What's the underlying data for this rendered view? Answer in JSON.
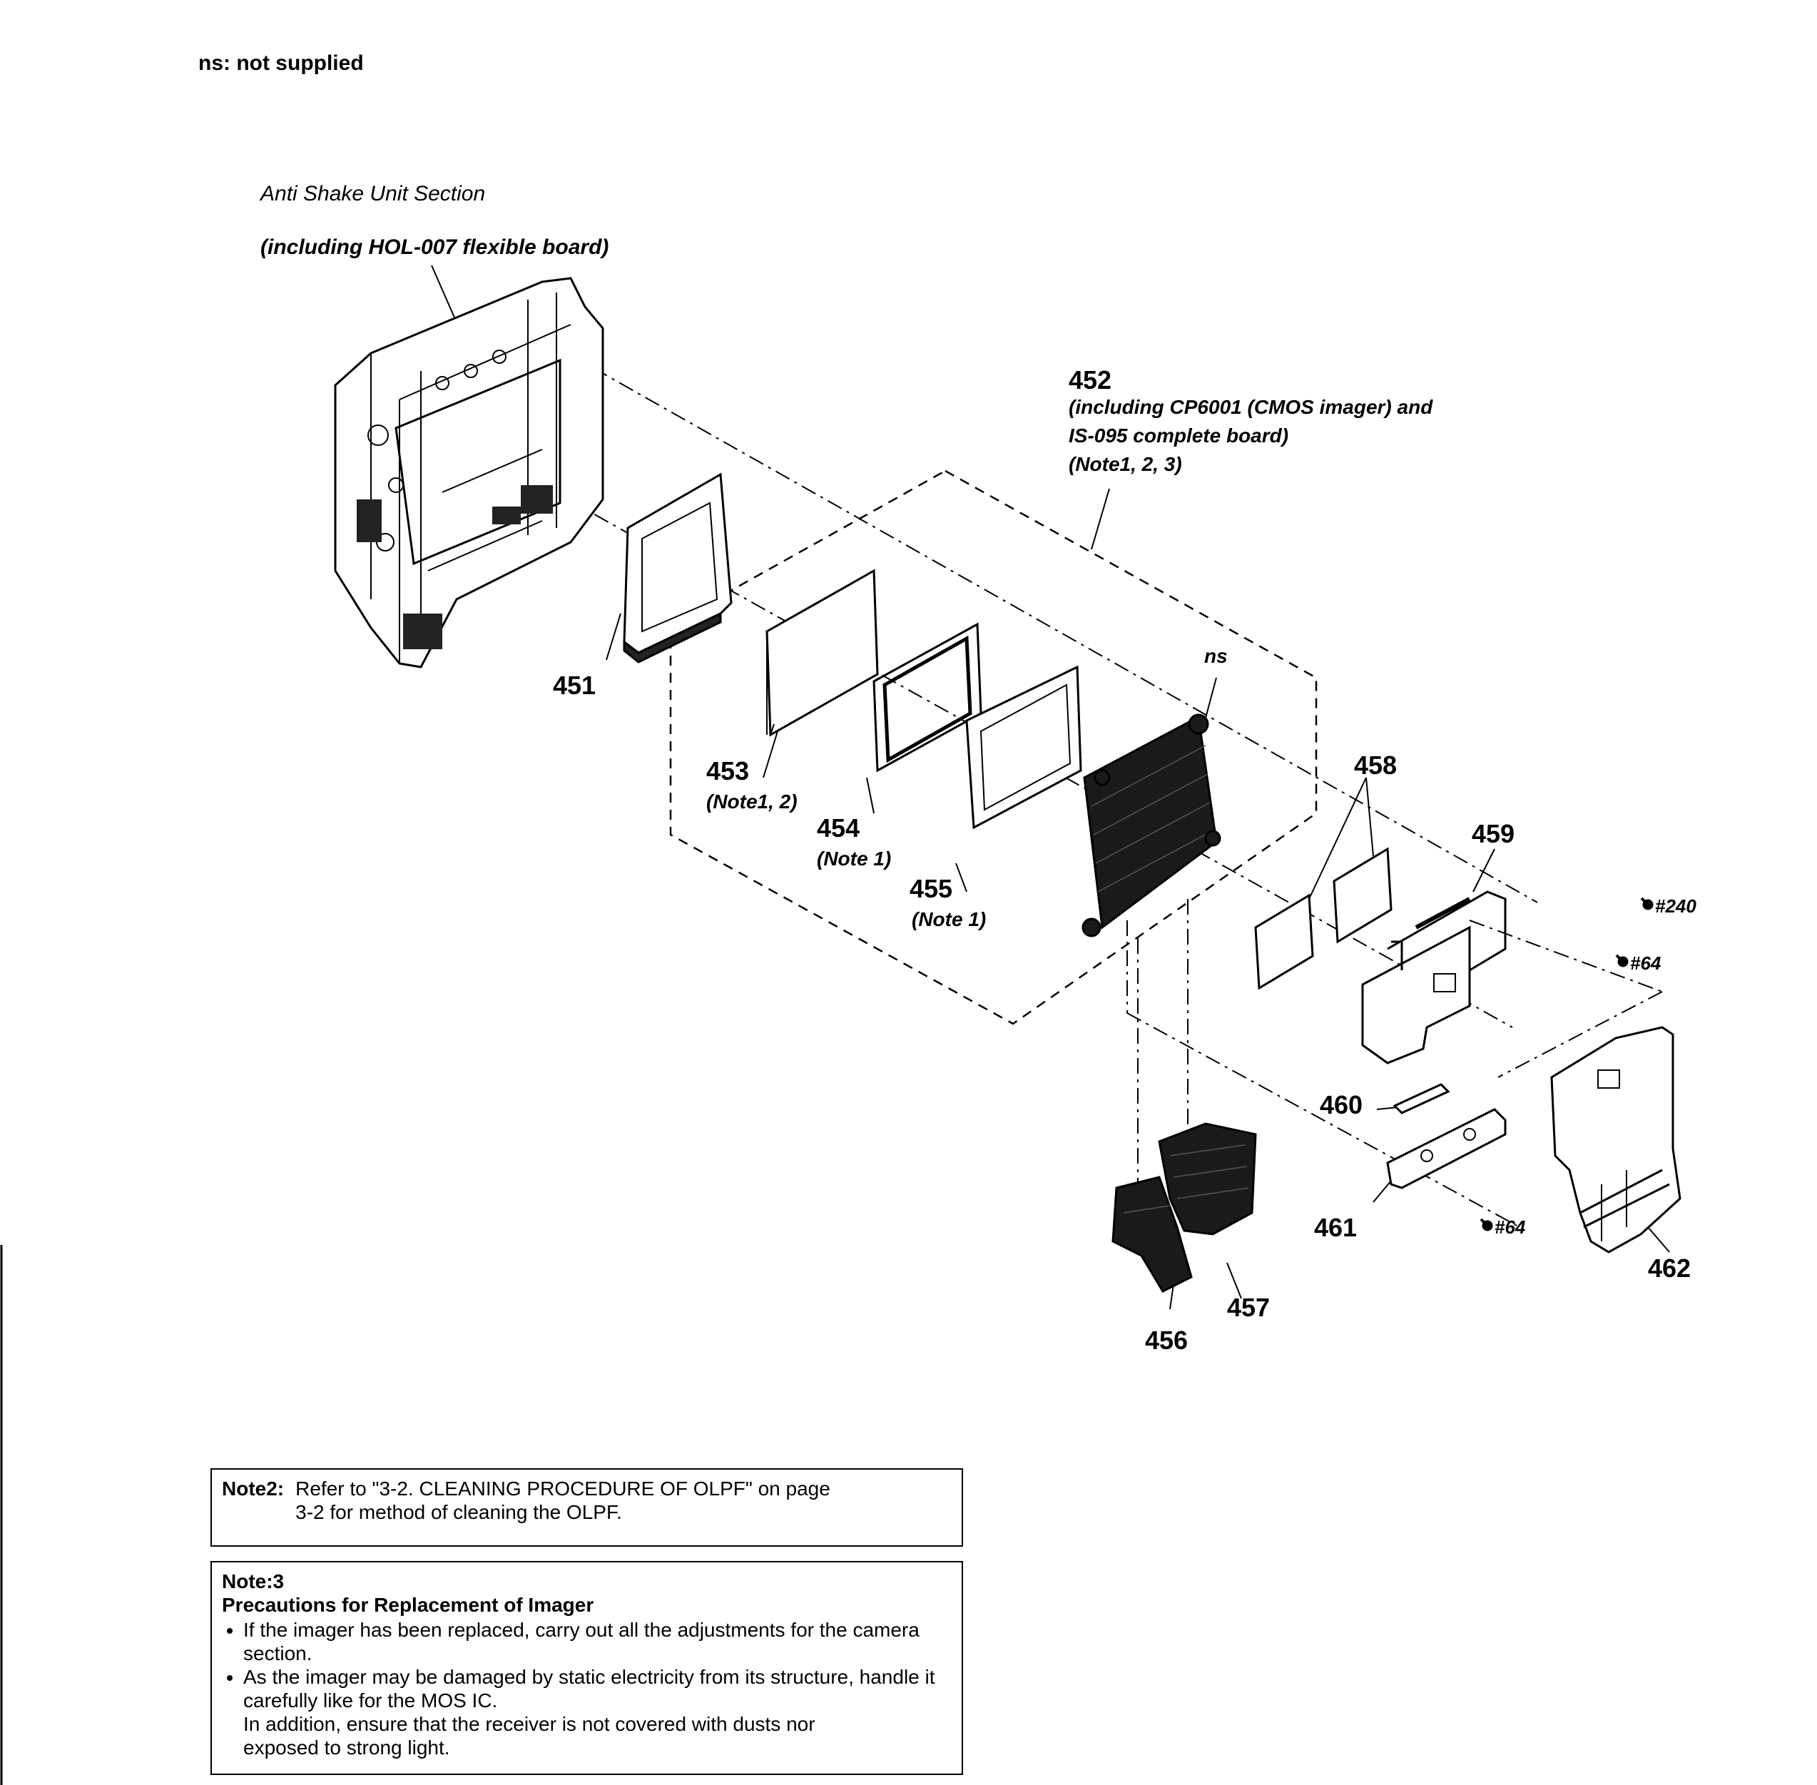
{
  "legend": "ns: not supplied",
  "section": {
    "title": "Anti Shake Unit Section",
    "frame_note": "(including HOL-007 flexible board)"
  },
  "parts": {
    "p451": "451",
    "p452": {
      "num": "452",
      "line1": "(including CP6001 (CMOS imager) and",
      "line2": "IS-095 complete board)",
      "line3": "(Note1, 2, 3)"
    },
    "p453": {
      "num": "453",
      "note": "(Note1, 2)"
    },
    "p454": {
      "num": "454",
      "note": "(Note 1)"
    },
    "p455": {
      "num": "455",
      "note": "(Note 1)"
    },
    "p456": "456",
    "p457": "457",
    "p458": "458",
    "p459": "459",
    "p460": "460",
    "p461": "461",
    "p462": "462",
    "ns": "ns"
  },
  "screws": {
    "s240": "#240",
    "s64a": "#64",
    "s64b": "#64"
  },
  "note2": {
    "label": "Note2:",
    "line1": "Refer to \"3-2. CLEANING PROCEDURE OF OLPF\" on page",
    "line2": "3-2 for method of cleaning the OLPF."
  },
  "note3": {
    "label": "Note:3",
    "heading": "Precautions for Replacement of Imager",
    "bullet1": "If the imager has been replaced, carry out all the adjustments for the camera section.",
    "bullet2": "As the imager may be damaged by static electricity from its structure, handle it carefully like for the MOS IC.",
    "cont1": "In addition, ensure that the receiver is not covered with dusts nor",
    "cont2": "exposed to strong light."
  },
  "colors": {
    "ink": "#000000",
    "paper": "#ffffff",
    "shade": "#1a1a1a"
  },
  "icons": [
    "screw-icon"
  ]
}
